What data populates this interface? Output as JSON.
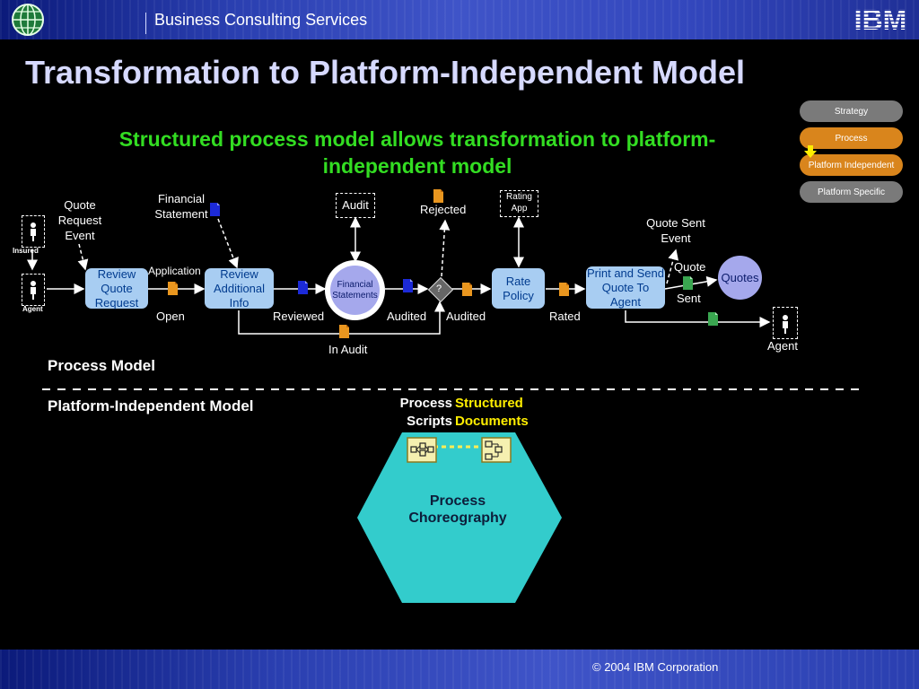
{
  "header": {
    "title": "Business Consulting Services",
    "logo_text": "IBM",
    "globe_icon": "globe-icon"
  },
  "footer": {
    "copyright": "© 2004 IBM Corporation"
  },
  "slide": {
    "title": "Transformation to Platform-Independent Model",
    "subtitle": "Structured process model allows transformation to platform-independent model"
  },
  "stage_nav": [
    {
      "label": "Strategy",
      "color": "#7a7a7a"
    },
    {
      "label": "Process",
      "color": "#d9851c"
    },
    {
      "label": "Platform Independent",
      "color": "#d9851c"
    },
    {
      "label": "Platform Specific",
      "color": "#7a7a7a"
    }
  ],
  "process": {
    "quote_request_event": "Quote Request Event",
    "insured": "Insured",
    "agent_small": "Agent",
    "review_quote": "Review Quote Request",
    "application": "Application",
    "open": "Open",
    "financial_statement": "Financial Statement",
    "review_info": "Review Additional Info",
    "reviewed": "Reviewed",
    "audit": "Audit",
    "financial_statements": "Financial Statements",
    "audited_1": "Audited",
    "in_audit": "In Audit",
    "rejected": "Rejected",
    "decision": "?",
    "audited_2": "Audited",
    "rating_app": "Rating App",
    "rate_policy": "Rate Policy",
    "rated": "Rated",
    "print_send": "Print and Send Quote To Agent",
    "quote_sent_event": "Quote Sent Event",
    "quote": "Quote",
    "sent": "Sent",
    "quotes": "Quotes",
    "agent": "Agent"
  },
  "sections": {
    "process_model": "Process Model",
    "pim": "Platform-Independent Model"
  },
  "pim": {
    "process_scripts": "Process Scripts",
    "structured_documents": "Structured Documents",
    "choreography": "Process Choreography"
  },
  "colors": {
    "doc_blue": "#1c2ad8",
    "doc_orange": "#e9961f",
    "doc_green": "#3aa650",
    "hexagon": "#33cccc",
    "task_box": "#a8cdf2"
  }
}
